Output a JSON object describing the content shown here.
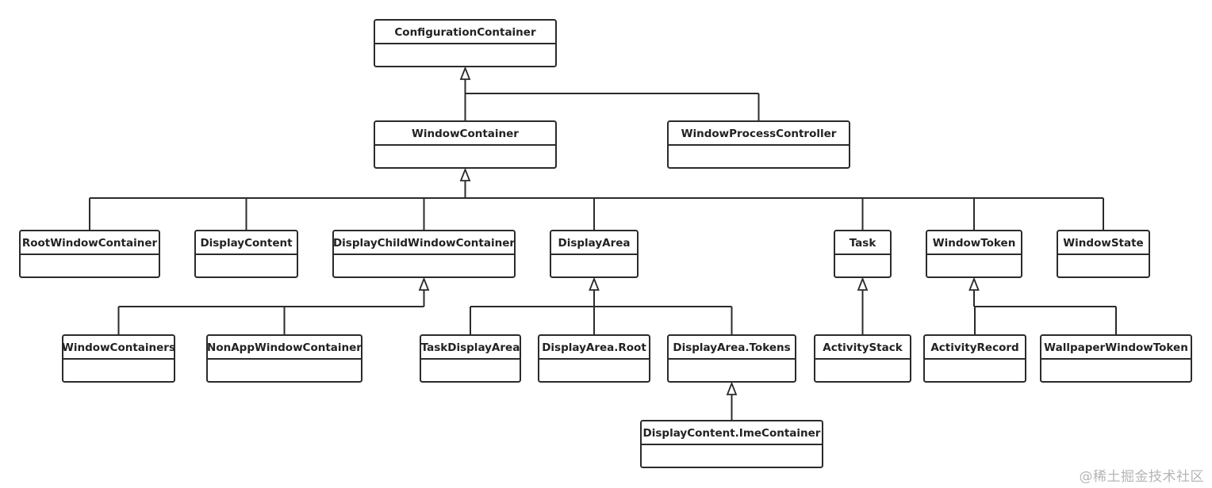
{
  "diagram": {
    "classes": [
      {
        "id": "configuration-container",
        "name": "ConfigurationContainer"
      },
      {
        "id": "window-container",
        "name": "WindowContainer"
      },
      {
        "id": "window-process-controller",
        "name": "WindowProcessController"
      },
      {
        "id": "root-window-container",
        "name": "RootWindowContainer"
      },
      {
        "id": "display-content",
        "name": "DisplayContent"
      },
      {
        "id": "display-child-window-container",
        "name": "DisplayChildWindowContainer"
      },
      {
        "id": "display-area",
        "name": "DisplayArea"
      },
      {
        "id": "task",
        "name": "Task"
      },
      {
        "id": "window-token",
        "name": "WindowToken"
      },
      {
        "id": "window-state",
        "name": "WindowState"
      },
      {
        "id": "window-containers",
        "name": "WindowContainers"
      },
      {
        "id": "non-app-window-container",
        "name": "NonAppWindowContainer"
      },
      {
        "id": "task-display-area",
        "name": "TaskDisplayArea"
      },
      {
        "id": "display-area-root",
        "name": "DisplayArea.Root"
      },
      {
        "id": "display-area-tokens",
        "name": "DisplayArea.Tokens"
      },
      {
        "id": "activity-stack",
        "name": "ActivityStack"
      },
      {
        "id": "activity-record",
        "name": "ActivityRecord"
      },
      {
        "id": "wallpaper-window-token",
        "name": "WallpaperWindowToken"
      },
      {
        "id": "display-content-ime-container",
        "name": "DisplayContent.ImeContainer"
      }
    ],
    "inheritance": [
      {
        "parent": "configuration-container",
        "children": [
          "window-container",
          "window-process-controller"
        ]
      },
      {
        "parent": "window-container",
        "children": [
          "root-window-container",
          "display-content",
          "display-child-window-container",
          "display-area",
          "task",
          "window-token",
          "window-state"
        ]
      },
      {
        "parent": "display-child-window-container",
        "children": [
          "window-containers",
          "non-app-window-container"
        ]
      },
      {
        "parent": "display-area",
        "children": [
          "task-display-area",
          "display-area-root",
          "display-area-tokens"
        ]
      },
      {
        "parent": "task",
        "children": [
          "activity-stack"
        ]
      },
      {
        "parent": "window-token",
        "children": [
          "activity-record",
          "wallpaper-window-token"
        ]
      },
      {
        "parent": "display-area-tokens",
        "children": [
          "display-content-ime-container"
        ]
      }
    ]
  },
  "watermark": "@稀土掘金技术社区"
}
